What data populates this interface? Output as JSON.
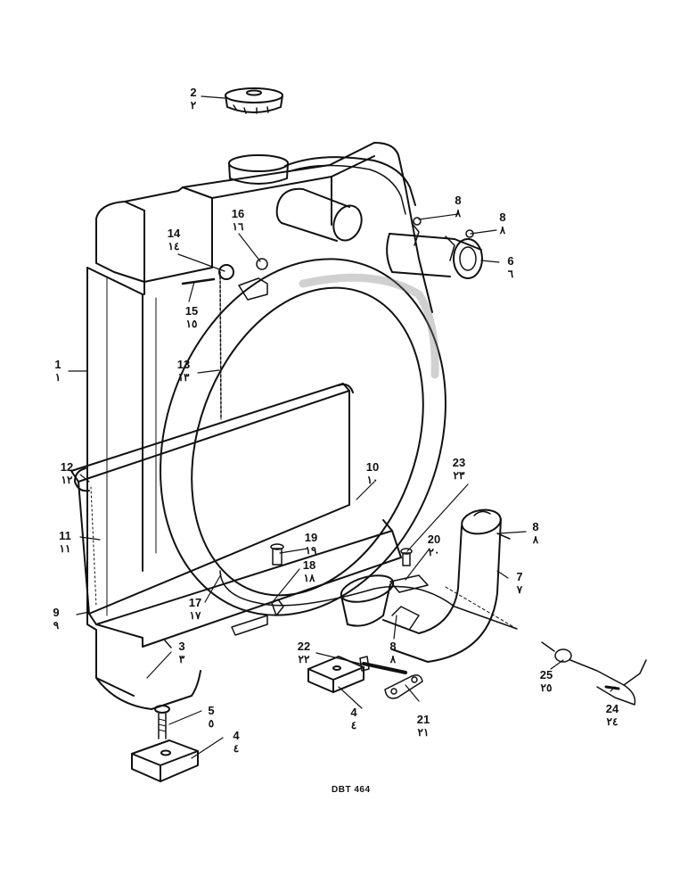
{
  "figure": {
    "caption": "DBT 464",
    "callouts": [
      {
        "id": "c1",
        "num": "1",
        "arabic": "١"
      },
      {
        "id": "c2",
        "num": "2",
        "arabic": "٢"
      },
      {
        "id": "c3",
        "num": "3",
        "arabic": "٣"
      },
      {
        "id": "c4a",
        "num": "4",
        "arabic": "٤"
      },
      {
        "id": "c4b",
        "num": "4",
        "arabic": "٤"
      },
      {
        "id": "c5",
        "num": "5",
        "arabic": "٥"
      },
      {
        "id": "c6",
        "num": "6",
        "arabic": "٦"
      },
      {
        "id": "c7",
        "num": "7",
        "arabic": "٧"
      },
      {
        "id": "c8a",
        "num": "8",
        "arabic": "٨"
      },
      {
        "id": "c8b",
        "num": "8",
        "arabic": "٨"
      },
      {
        "id": "c8c",
        "num": "8",
        "arabic": "٨"
      },
      {
        "id": "c8d",
        "num": "8",
        "arabic": "٨"
      },
      {
        "id": "c9",
        "num": "9",
        "arabic": "٩"
      },
      {
        "id": "c10",
        "num": "10",
        "arabic": "١٠"
      },
      {
        "id": "c11",
        "num": "11",
        "arabic": "١١"
      },
      {
        "id": "c12",
        "num": "12",
        "arabic": "١٢"
      },
      {
        "id": "c13",
        "num": "13",
        "arabic": "١٣"
      },
      {
        "id": "c14",
        "num": "14",
        "arabic": "١٤"
      },
      {
        "id": "c15",
        "num": "15",
        "arabic": "١٥"
      },
      {
        "id": "c16",
        "num": "16",
        "arabic": "١٦"
      },
      {
        "id": "c17",
        "num": "17",
        "arabic": "١٧"
      },
      {
        "id": "c18",
        "num": "18",
        "arabic": "١٨"
      },
      {
        "id": "c19",
        "num": "19",
        "arabic": "١٩"
      },
      {
        "id": "c20",
        "num": "20",
        "arabic": "٢٠"
      },
      {
        "id": "c21",
        "num": "21",
        "arabic": "٢١"
      },
      {
        "id": "c22",
        "num": "22",
        "arabic": "٢٢"
      },
      {
        "id": "c23",
        "num": "23",
        "arabic": "٢٣"
      },
      {
        "id": "c24",
        "num": "24",
        "arabic": "٢٤"
      },
      {
        "id": "c25",
        "num": "25",
        "arabic": "٢٥"
      }
    ]
  }
}
